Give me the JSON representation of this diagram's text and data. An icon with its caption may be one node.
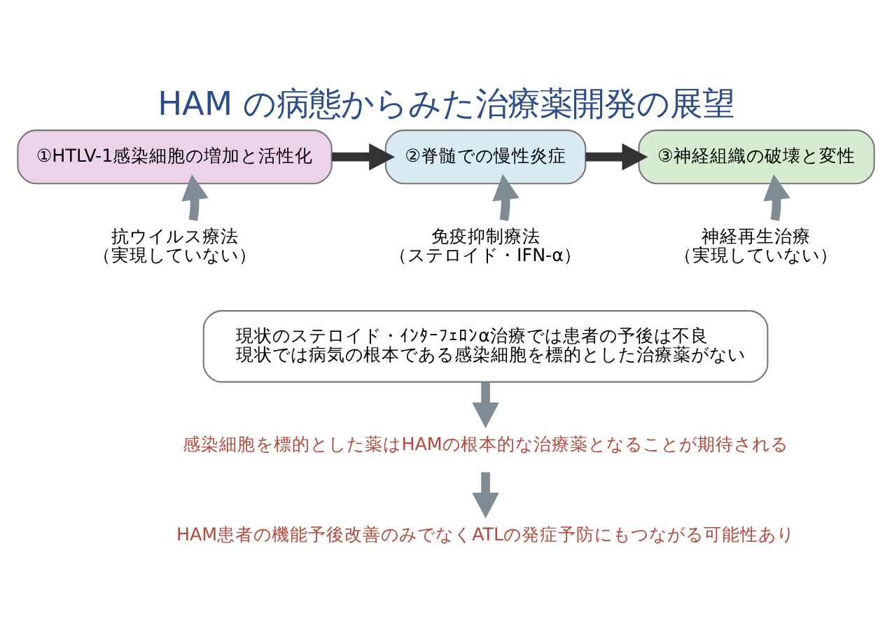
{
  "diagram": {
    "title": "HAM の病態からみた治療薬開発の展望",
    "nodes": [
      {
        "text": [
          "①HTLV-1感染細胞の増加と活性化"
        ]
      },
      {
        "text": [
          "②脊髄での慢性炎症"
        ]
      },
      {
        "text": [
          "③神経組織の破壊と変性"
        ]
      },
      {
        "text": [
          "抗ウイルス療法",
          "（実現していない）"
        ]
      },
      {
        "text": [
          "免疫抑制療法",
          "（ステロイド・IFN-α）"
        ]
      },
      {
        "text": [
          "神経再生治療",
          "（実現していない）"
        ]
      },
      {
        "text": [
          "現状のステロイド・ｲﾝﾀｰﾌｪﾛﾝα治療では患者の予後は不良",
          "現状では病気の根本である感染細胞を標的とした治療薬がない"
        ]
      },
      {
        "text": [
          "感染細胞を標的とした薬はHAMの根本的な治療薬となることが期待される"
        ]
      },
      {
        "text": [
          "HAM患者の機能予後改善のみでなくATLの発症予防にもつながる可能性あり"
        ]
      }
    ],
    "edges": [
      {
        "from": 0,
        "to": 1,
        "arrow": "to",
        "color": "#333333"
      },
      {
        "from": 1,
        "to": 2,
        "arrow": "to",
        "color": "#333333"
      },
      {
        "from": 3,
        "to": 0,
        "arrow": "to"
      },
      {
        "from": 4,
        "to": 1,
        "arrow": "to"
      },
      {
        "from": 5,
        "to": 2,
        "arrow": "to"
      },
      {
        "from": 6,
        "to": 7,
        "arrow": "to"
      },
      {
        "from": 7,
        "to": 8,
        "arrow": "to"
      }
    ]
  }
}
